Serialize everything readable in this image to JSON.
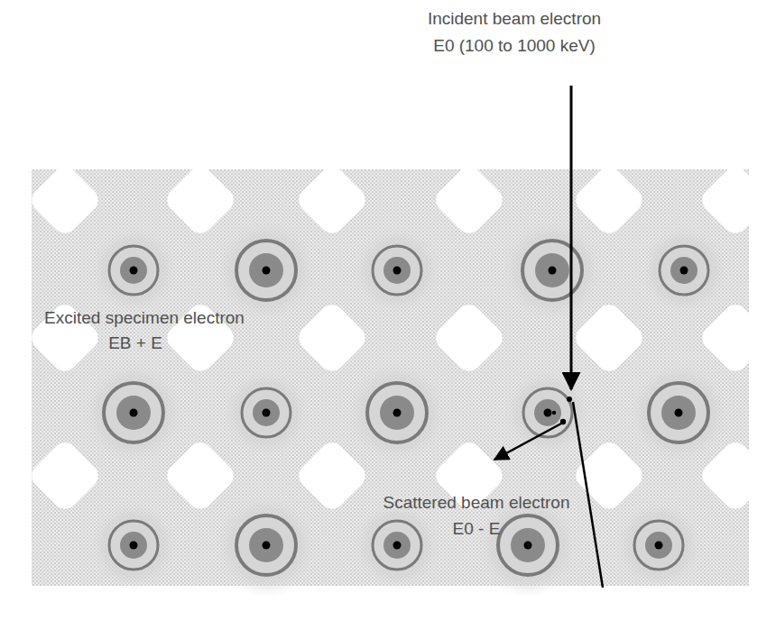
{
  "diagram": {
    "labels": [
      "Incident beam electron",
      "E0 (100 to 1000 keV)",
      "Excited specimen electron",
      "EB + E",
      "Scattered beam electron",
      "E0 - E"
    ]
  }
}
